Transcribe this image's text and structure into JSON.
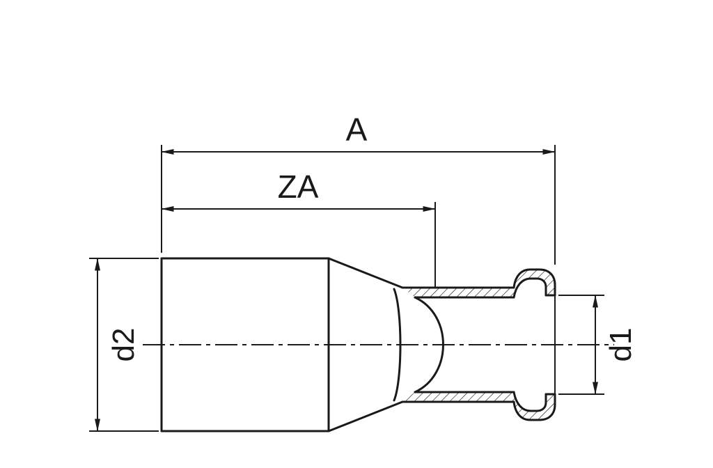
{
  "dimensions": {
    "overall_length_label": "A",
    "insertion_depth_label": "ZA",
    "left_diameter_label": "d2",
    "right_diameter_label": "d1"
  },
  "colors": {
    "line": "#1a1a1a",
    "background": "#ffffff"
  }
}
